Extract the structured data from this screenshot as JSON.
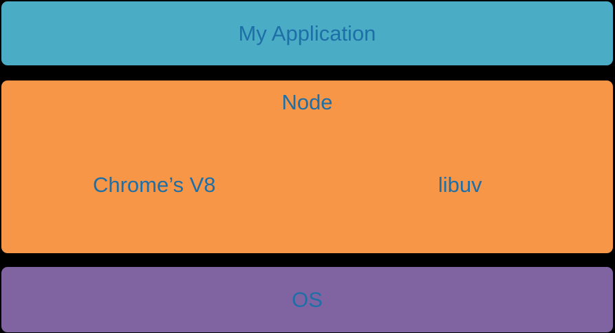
{
  "colors": {
    "background": "#000000",
    "application_fill": "#4BACC6",
    "node_fill": "#F79646",
    "os_fill": "#8064A2",
    "label_text": "#1E6FA8"
  },
  "layers": {
    "application": {
      "label": "My Application"
    },
    "node": {
      "label": "Node",
      "components": [
        {
          "label": "Chrome’s V8"
        },
        {
          "label": "libuv"
        }
      ]
    },
    "os": {
      "label": "OS"
    }
  }
}
